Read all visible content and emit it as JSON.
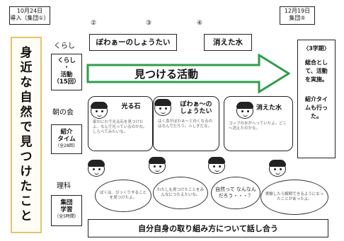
{
  "start_tag": {
    "date": "10月24日",
    "note": "導入（集団①）"
  },
  "end_tag": {
    "date": "12月19日",
    "note": "集団⑤"
  },
  "vertical_title": [
    "身",
    "近",
    "な",
    "自",
    "然",
    "で",
    "見",
    "つ",
    "け",
    "た",
    "こ",
    "と"
  ],
  "rows": {
    "kurashi": "くらし",
    "asanokai": "朝の会",
    "rika": "理科"
  },
  "categories": {
    "kurashi_activity": {
      "line1": "くらし",
      "line2": "・",
      "line3": "活動",
      "line4": "（15回）"
    },
    "intro_time": {
      "line1": "紹介",
      "line2": "タイム",
      "note": "（全28回）"
    },
    "group_learning": {
      "line1": "集団",
      "line2": "学習",
      "note": "（全5時間）"
    }
  },
  "top_items": [
    {
      "num": "②",
      "label": "ぼわぁーのしょうたい"
    },
    {
      "num": "③",
      "label": ""
    },
    {
      "num": "④",
      "label": "消えた水"
    }
  ],
  "arrow_label": "見つける活動",
  "right_column": {
    "line1": "〈3学期〉",
    "line2": "総合とし",
    "line3": "て、活動",
    "line4": "を実施。",
    "line5": "紹介タイ",
    "line6": "ムも行っ",
    "line7": "た。"
  },
  "activities": [
    {
      "title": "光る石",
      "body": "家のにわで光る石を見つけたよ。なんで光っているのかな。しらべてみたいな。"
    },
    {
      "title": "ぼわぁ〜の\nしょうたい",
      "body": "はく息がぼわぁ〜と白くなるのはなんでだろう。ふしぎだな。"
    },
    {
      "title": "消えた水",
      "body": "コップの水がへっていたよ。どこへ消えたのかな。"
    }
  ],
  "bubbles": [
    "ぼくは、びっくりすることを見つけたよ。",
    "わたしも見つけたことをみんなにつたえたいな。",
    "自然って なんなんだろう・・・？",
    "実験したら解明できるようになったことがあったよ。"
  ],
  "bottom_text": "自分自身の取り組み方について話し合う"
}
